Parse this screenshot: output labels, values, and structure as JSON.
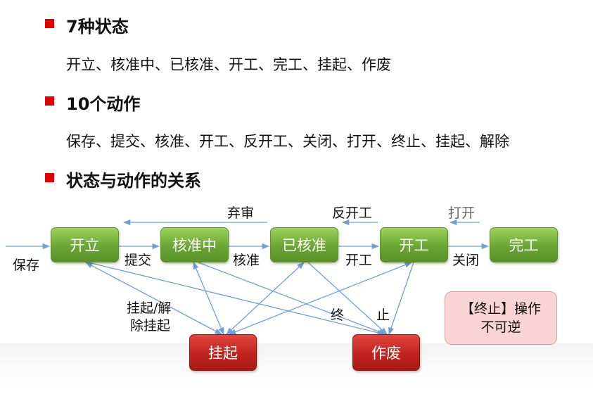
{
  "sections": [
    {
      "title": "7种状态",
      "text": "开立、核准中、已核准、开工、完工、挂起、作废"
    },
    {
      "title": "10个动作",
      "text": "保存、提交、核准、开工、反开工、关闭、打开、终止、挂起、解除"
    },
    {
      "title": "状态与动作的关系"
    }
  ],
  "diagram": {
    "nodes": {
      "kaili": "开立",
      "hezhunzhong": "核准中",
      "yihezhun": "已核准",
      "kaigong": "开工",
      "wangong": "完工",
      "guaqi": "挂起",
      "zuofei": "作废"
    },
    "labels": {
      "baocun": "保存",
      "tijiao": "提交",
      "hezhun": "核准",
      "kaigong": "开工",
      "guanbi": "关闭",
      "qishen": "弃审",
      "fankaigong": "反开工",
      "dakai": "打开",
      "guaqi_line1": "挂起/解",
      "guaqi_line2": "除挂起",
      "zhong": "终",
      "zhi": "止"
    },
    "note": {
      "line1": "【终止】操作",
      "line2": "不可逆"
    },
    "colors": {
      "state_node": "#6aa535",
      "terminal_node": "#c0241e",
      "arrow": "#6f9fd8",
      "bullet": "#e00000"
    }
  }
}
